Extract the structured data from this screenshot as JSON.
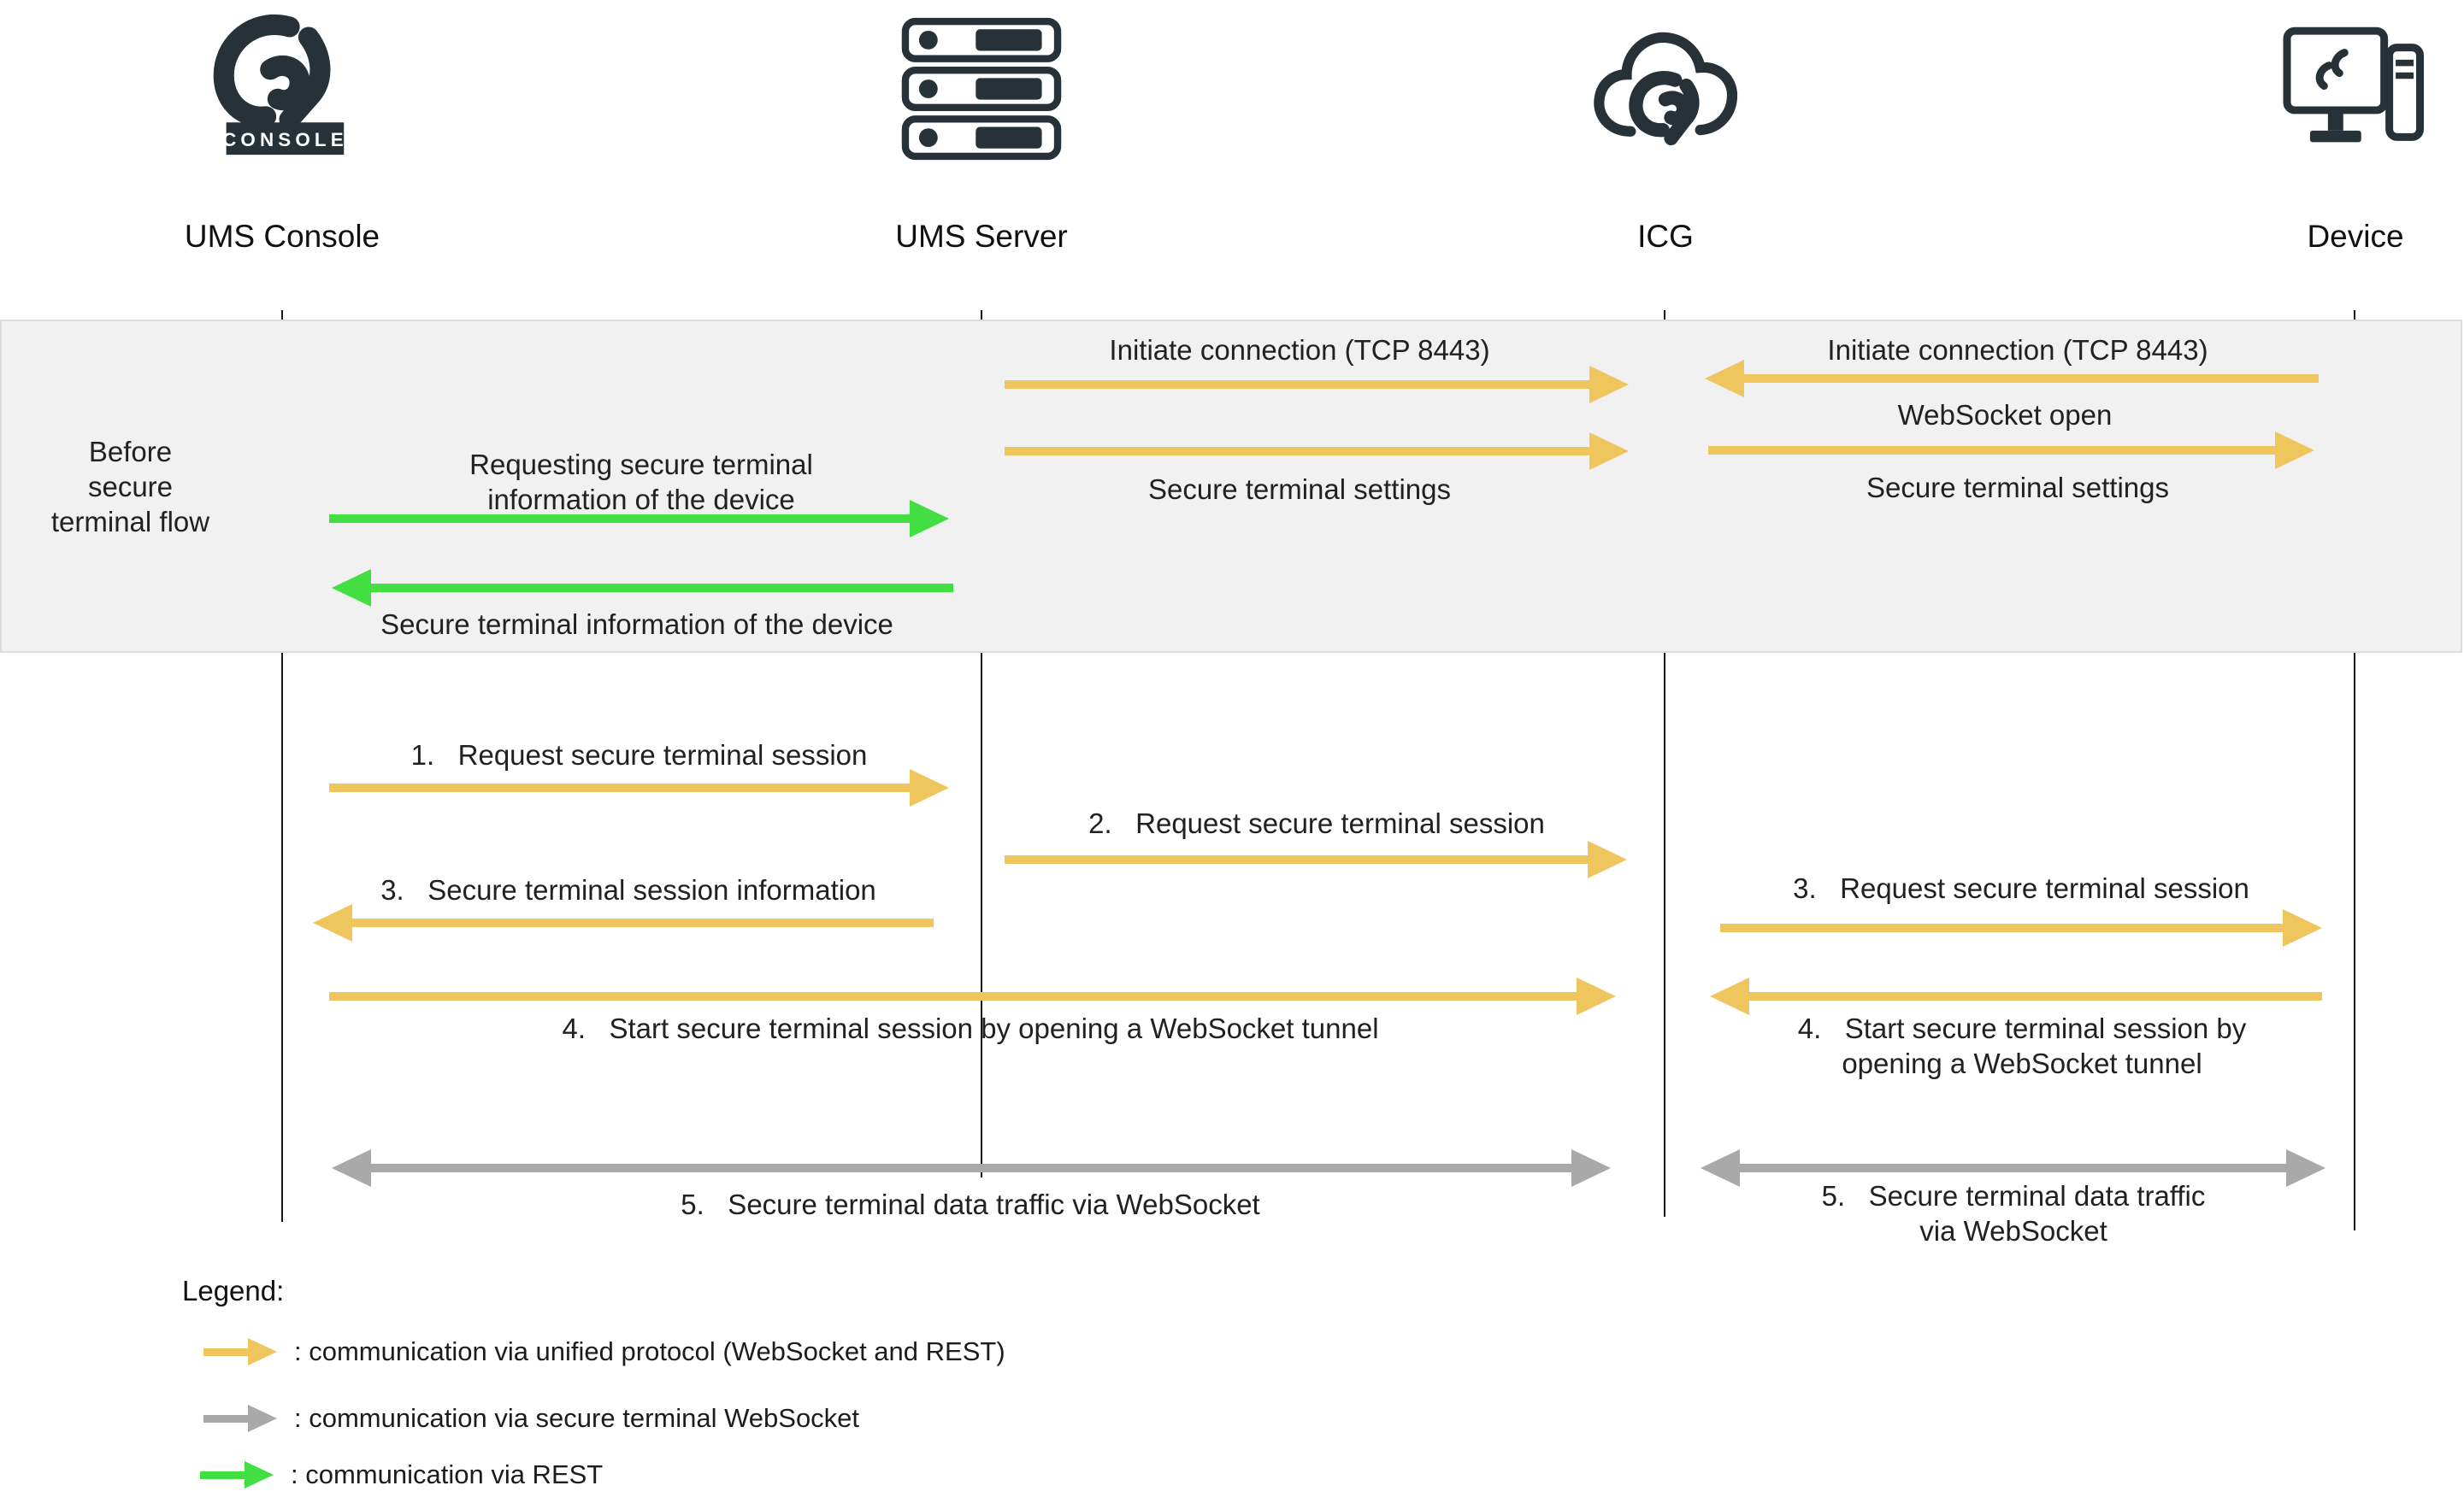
{
  "colors": {
    "unified_protocol": "#efc65e",
    "secure_terminal_websocket": "#a9a9a9",
    "rest": "#42de42",
    "icon_dark": "#263238",
    "band_background": "#f1f1f1"
  },
  "actors": [
    {
      "label": "UMS Console",
      "icon": "igel-ums-console-logo",
      "badge": "CONSOLE"
    },
    {
      "label": "UMS Server",
      "icon": "server-rack"
    },
    {
      "label": "ICG",
      "icon": "igel-cloud-gateway"
    },
    {
      "label": "Device",
      "icon": "endpoint-device"
    }
  ],
  "before_band": {
    "side_label": "Before secure terminal flow",
    "console_server": {
      "request": "Requesting secure terminal information of the device",
      "response": "Secure terminal information of the device"
    },
    "server_icg": {
      "initiate": "Initiate connection (TCP 8443)",
      "settings": "Secure terminal settings"
    },
    "device_icg": {
      "initiate": "Initiate connection (TCP 8443)",
      "websocket_open": "WebSocket open",
      "settings": "Secure terminal settings"
    }
  },
  "flow": {
    "step1": "1.   Request secure terminal session",
    "step2": "2.   Request secure terminal session",
    "step3_left": "3.   Secure terminal session information",
    "step3_right": "3.   Request secure terminal session",
    "step4_left": "4.   Start secure terminal session by opening a WebSocket tunnel",
    "step4_right": "4.   Start secure terminal session by opening a WebSocket tunnel",
    "step5_left": "5.   Secure terminal data traffic via WebSocket",
    "step5_right": "5.   Secure terminal data traffic via WebSocket"
  },
  "legend": {
    "heading": "Legend:",
    "items": [
      {
        "swatch": "unified_protocol",
        "text": ": communication via unified protocol (WebSocket and REST)"
      },
      {
        "swatch": "secure_terminal_websocket",
        "text": ": communication via secure terminal WebSocket"
      },
      {
        "swatch": "rest",
        "text": ": communication via REST"
      }
    ]
  }
}
